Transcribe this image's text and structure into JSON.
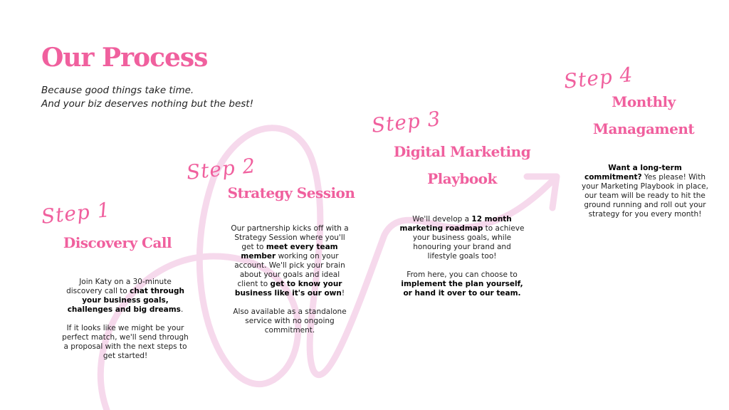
{
  "header": {
    "title": "Our Process",
    "tagline_line1": "Because good things take time.",
    "tagline_line2": "And your biz deserves nothing but the best!"
  },
  "colors": {
    "accent": "#f0609e",
    "curve": "#f6d9ec"
  },
  "steps": [
    {
      "script": "Step 1",
      "title_lines": [
        "Discovery Call"
      ],
      "paragraphs": [
        [
          {
            "t": "Join Katy on a 30-minute discovery call to ",
            "b": false
          },
          {
            "t": "chat through your business goals, challenges and big dreams",
            "b": true
          },
          {
            "t": ".",
            "b": false
          }
        ],
        [
          {
            "t": "If it looks like we might be your perfect match, we'll send through a proposal with the next steps to get started!",
            "b": false
          }
        ]
      ]
    },
    {
      "script": "Step 2",
      "title_lines": [
        "Strategy Session"
      ],
      "paragraphs": [
        [
          {
            "t": "Our partnership kicks off with a Strategy Session where you'll get to ",
            "b": false
          },
          {
            "t": "meet every team member",
            "b": true
          },
          {
            "t": " working on your account. We'll pick your brain about your goals and ideal client to ",
            "b": false
          },
          {
            "t": "get to know your business like it's our own",
            "b": true
          },
          {
            "t": "!",
            "b": false
          }
        ],
        [
          {
            "t": "Also available as a standalone service with no ongoing commitment.",
            "b": false
          }
        ]
      ]
    },
    {
      "script": "Step 3",
      "title_lines": [
        "Digital Marketing",
        "Playbook"
      ],
      "paragraphs": [
        [
          {
            "t": "We'll develop a ",
            "b": false
          },
          {
            "t": "12 month marketing roadmap",
            "b": true
          },
          {
            "t": " to achieve your business goals, while honouring your brand and lifestyle goals too!",
            "b": false
          }
        ],
        [
          {
            "t": "From here, you can choose to ",
            "b": false
          },
          {
            "t": "implement the plan yourself, or hand it over to our team.",
            "b": true
          }
        ]
      ]
    },
    {
      "script": "Step 4",
      "title_lines": [
        "Monthly",
        "Managament"
      ],
      "paragraphs": [
        [
          {
            "t": "Want a long-term commitment?",
            "b": true
          },
          {
            "t": " Yes please! With your Marketing Playbook in place, our team will be ready to hit the ground running and roll out your strategy for you every month!",
            "b": false
          }
        ]
      ]
    }
  ]
}
